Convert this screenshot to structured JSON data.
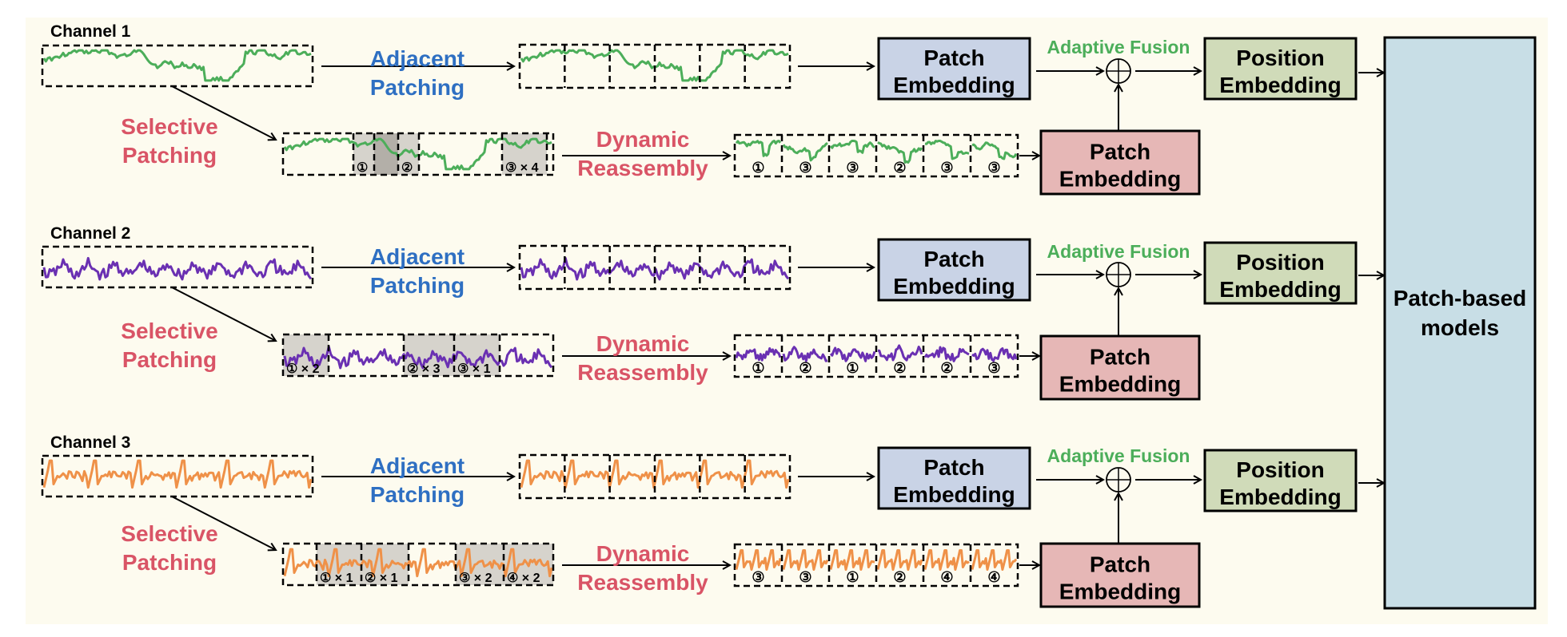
{
  "colors": {
    "background": "#fdfbef",
    "adjacent_text": "#2e6fc2",
    "selective_text": "#d95466",
    "fusion_text": "#4cae5a",
    "patch_embedding_blue": "#c9d3e6",
    "patch_embedding_pink": "#e6b7b6",
    "position_embedding": "#d0dbb9",
    "model_box": "#c8dee6",
    "shade_light": "#d6d3cc",
    "shade_dark": "#b3afa8"
  },
  "labels": {
    "adjacent_1": "Adjacent",
    "adjacent_2": "Patching",
    "selective_1": "Selective",
    "selective_2": "Patching",
    "dynamic_1": "Dynamic",
    "dynamic_2": "Reassembly",
    "patch_emb_1": "Patch",
    "patch_emb_2": "Embedding",
    "pos_emb_1": "Position",
    "pos_emb_2": "Embedding",
    "fusion": "Adaptive Fusion",
    "model_1": "Patch-based",
    "model_2": "models"
  },
  "channels": [
    {
      "name": "Channel 1",
      "signal_color": "#4cae5a",
      "signal_style": "walk",
      "adjacent_patches": 6,
      "selective_segments": [
        {
          "width": 88,
          "shade": "none",
          "label": ""
        },
        {
          "width": 26,
          "shade": "light",
          "label": "①"
        },
        {
          "width": 30,
          "shade": "dark",
          "label": ""
        },
        {
          "width": 26,
          "shade": "light",
          "label": "②"
        },
        {
          "width": 104,
          "shade": "none",
          "label": ""
        },
        {
          "width": 56,
          "shade": "light",
          "label": "③ × 4"
        },
        {
          "width": 8,
          "shade": "none",
          "label": ""
        }
      ],
      "reassembled": [
        "①",
        "③",
        "③",
        "②",
        "③",
        "③"
      ]
    },
    {
      "name": "Channel 2",
      "signal_color": "#6a30b2",
      "signal_style": "jagged",
      "adjacent_patches": 6,
      "selective_segments": [
        {
          "width": 57,
          "shade": "light",
          "label": "① × 2"
        },
        {
          "width": 94,
          "shade": "none",
          "label": ""
        },
        {
          "width": 63,
          "shade": "light",
          "label": "② × 3"
        },
        {
          "width": 57,
          "shade": "light",
          "label": "③ × 1"
        },
        {
          "width": 67,
          "shade": "none",
          "label": ""
        }
      ],
      "reassembled": [
        "①",
        "②",
        "①",
        "②",
        "②",
        "③"
      ]
    },
    {
      "name": "Channel 3",
      "signal_color": "#ef9148",
      "signal_style": "spikes",
      "adjacent_patches": 6,
      "selective_segments": [
        {
          "width": 42,
          "shade": "none",
          "label": ""
        },
        {
          "width": 56,
          "shade": "light",
          "label": "① × 1"
        },
        {
          "width": 59,
          "shade": "light",
          "label": "② × 1"
        },
        {
          "width": 59,
          "shade": "none",
          "label": ""
        },
        {
          "width": 60,
          "shade": "light",
          "label": "③ × 2"
        },
        {
          "width": 62,
          "shade": "light",
          "label": "④ × 2"
        }
      ],
      "reassembled": [
        "③",
        "③",
        "①",
        "②",
        "④",
        "④"
      ]
    }
  ]
}
